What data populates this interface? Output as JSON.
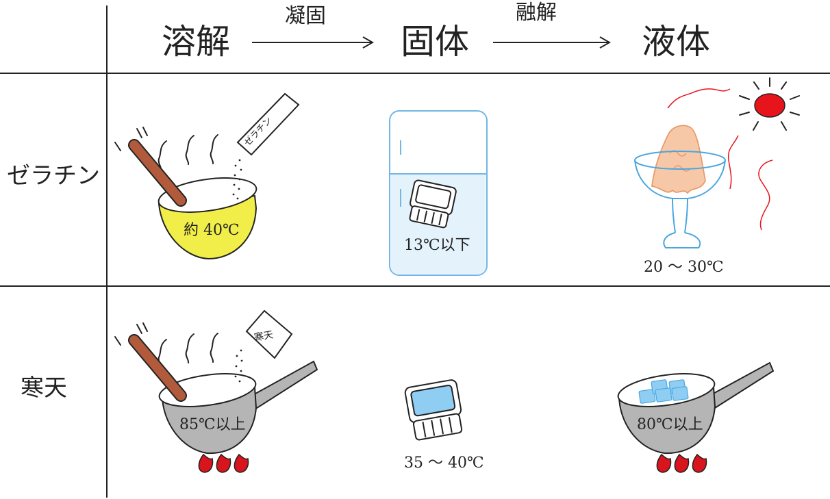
{
  "header": {
    "states": [
      "溶解",
      "固体",
      "液体"
    ],
    "transitions": [
      "凝固",
      "融解"
    ]
  },
  "rows": [
    {
      "label": "ゼラチン",
      "packet_label": "ゼラチン",
      "temps": [
        "約 40℃",
        "13℃以下",
        "20 ～ 30℃"
      ]
    },
    {
      "label": "寒天",
      "packet_label": "寒天",
      "temps": [
        "85℃以上",
        "35 ～ 40℃",
        "80℃以上"
      ]
    }
  ],
  "colors": {
    "line": "#222222",
    "pot_yellow": "#f1ee4a",
    "pot_gray": "#b5b5b5",
    "spoon": "#b25a3c",
    "fridge": "#72b6e4",
    "water": "#e4f2fc",
    "jelly": "#f7c8a8",
    "sun": "#e8141c",
    "ice": "#8fcdf2",
    "flame": "#d8141c"
  }
}
